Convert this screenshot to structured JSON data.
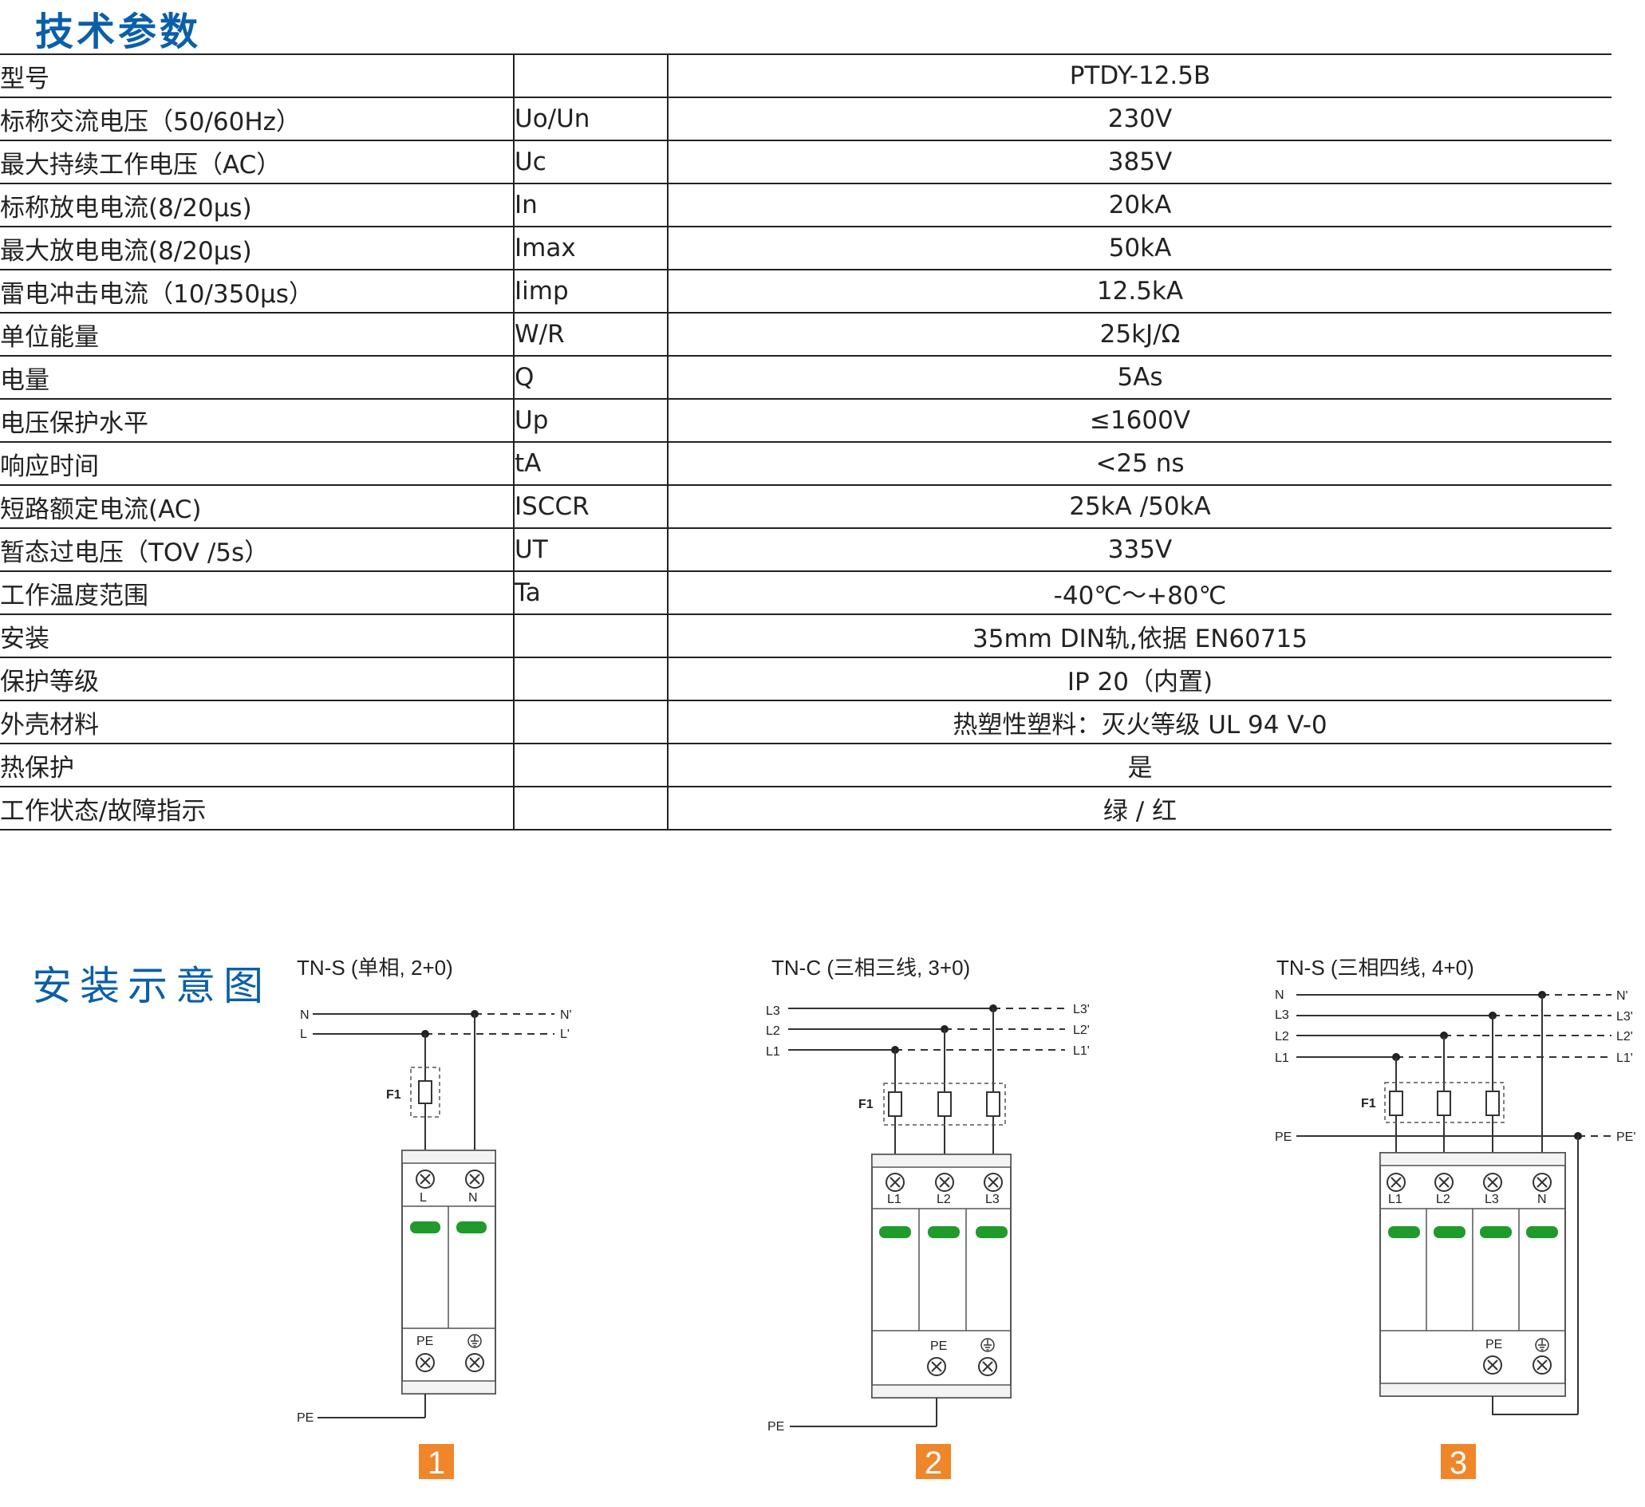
{
  "spec_section": {
    "title": "技术参数",
    "rows": [
      {
        "name": "型号",
        "symbol": "",
        "value": "PTDY-12.5B"
      },
      {
        "name": "标称交流电压（50/60Hz）",
        "symbol": "Uo/Un",
        "value": "230V"
      },
      {
        "name": "最大持续工作电压（AC）",
        "symbol": "Uc",
        "value": "385V"
      },
      {
        "name": "标称放电电流(8/20μs)",
        "symbol": "In",
        "value": "20kA"
      },
      {
        "name": "最大放电电流(8/20μs)",
        "symbol": "Imax",
        "value": "50kA"
      },
      {
        "name": "雷电冲击电流（10/350μs）",
        "symbol": "Iimp",
        "value": "12.5kA"
      },
      {
        "name": "单位能量",
        "symbol": "W/R",
        "value": "25kJ/Ω"
      },
      {
        "name": "电量",
        "symbol": "Q",
        "value": "5As"
      },
      {
        "name": "电压保护水平",
        "symbol": "Up",
        "value": "≤1600V"
      },
      {
        "name": "响应时间",
        "symbol": "tA",
        "value": "<25 ns"
      },
      {
        "name": "短路额定电流(AC)",
        "symbol": "ISCCR",
        "value": "25kA /50kA"
      },
      {
        "name": "暂态过电压（TOV /5s）",
        "symbol": "UT",
        "value": "335V"
      },
      {
        "name": "工作温度范围",
        "symbol": "Ta",
        "value": "-40℃～+80℃"
      },
      {
        "name": "安装",
        "symbol": "",
        "value": "35mm DIN轨,依据 EN60715"
      },
      {
        "name": "保护等级",
        "symbol": "",
        "value": "IP 20（内置)"
      },
      {
        "name": "外壳材料",
        "symbol": "",
        "value": "热塑性塑料：灭火等级 UL 94 V-0"
      },
      {
        "name": "热保护",
        "symbol": "",
        "value": "是"
      },
      {
        "name": "工作状态/故障指示",
        "symbol": "",
        "value": "绿 / 红"
      }
    ]
  },
  "diagram_section": {
    "title": "安装示意图",
    "diagrams": [
      {
        "title": "TN-S (单相, 2+0)",
        "number": "1",
        "line_labels": [
          "N",
          "L"
        ],
        "out_labels": [
          "N'",
          "L'"
        ],
        "fuse_label": "F1",
        "terminal_labels": [
          "L",
          "N"
        ],
        "pe_label": "PE",
        "ground_label": "PE"
      },
      {
        "title": "TN-C (三相三线, 3+0)",
        "number": "2",
        "line_labels": [
          "L3",
          "L2",
          "L1"
        ],
        "out_labels": [
          "L3'",
          "L2'",
          "L1'"
        ],
        "fuse_label": "F1",
        "terminal_labels": [
          "L1",
          "L2",
          "L3"
        ],
        "pe_label": "PE",
        "ground_label": "PE"
      },
      {
        "title": "TN-S (三相四线, 4+0)",
        "number": "3",
        "line_labels": [
          "N",
          "L3",
          "L2",
          "L1"
        ],
        "out_labels": [
          "N'",
          "L3'",
          "L2'",
          "L1'"
        ],
        "fuse_label": "F1",
        "terminal_labels": [
          "L1",
          "L2",
          "L3",
          "N"
        ],
        "pe_label": "PE",
        "pe_in_label": "PE",
        "pe_out_label": "PE'"
      }
    ]
  },
  "colors": {
    "accent_blue": "#0b5fa8",
    "indicator_green": "#1f9a2b",
    "badge_orange": "#f0862a"
  }
}
